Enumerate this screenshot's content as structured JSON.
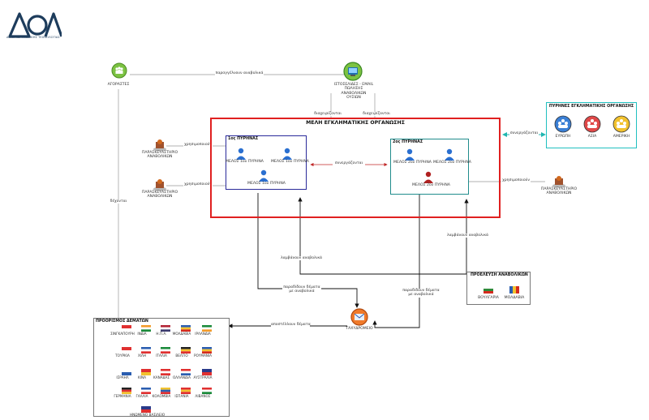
{
  "logo": {
    "brand": "ΔΟΑ",
    "tagline": "ΔΙΑΘΡΗΣ ΨΗΦΙΑΚΗΣ ΤΕΧΝΟΛΟΓΙΑΣ"
  },
  "nodes": {
    "buyers": "ΑΓΟΡΑΣΤΕΣ",
    "websites": [
      "ΙΣΤΟΣΕΛΙΔΕΣ - EMAIL",
      "ΠΩΛΗΣΗΣ",
      "ΑΝΑΒΟΛΙΚΩΝ",
      "ΟΥΣΙΩΝ"
    ],
    "lab_left_1": [
      "ΠΑΡΑΣΚΕΥΑΣΤΗΡΙΟ",
      "ΑΝΑΒΟΛΙΚΩΝ"
    ],
    "lab_left_2": [
      "ΠΑΡΑΣΚΕΥΑΣΤΗΡΙΟ",
      "ΑΝΑΒΟΛΙΚΩΝ"
    ],
    "lab_right": [
      "ΠΑΡΑΣΚΕΥΑΣΤΗΡΙΟ",
      "ΑΝΑΒΟΛΙΚΩΝ"
    ],
    "post_office": "ΤΑΧΥΔΡΟΜΕΙΟ"
  },
  "org": {
    "title": "ΜΕΛΗ ΕΓΚΛΗΜΑΤΙΚΗΣ ΟΡΓΑΝΩΣΗΣ",
    "core1": {
      "title": "1ος ΠΥΡΗΝΑΣ",
      "members": [
        "ΜΕΛΟΣ 1ου ΠΥΡΗΝΑ",
        "ΜΕΛΟΣ 1ου ΠΥΡΗΝΑ",
        "ΜΕΛΟΣ 1ου ΠΥΡΗΝΑ"
      ]
    },
    "core2": {
      "title": "2ος ΠΥΡΗΝΑΣ",
      "members": [
        "ΜΕΛΟΣ 2ου ΠΥΡΗΝΑ",
        "ΜΕΛΟΣ 2ου ΠΥΡΗΝΑ",
        "ΜΕΛΟΣ 2ου ΠΥΡΗΝΑ"
      ]
    }
  },
  "cores_panel": {
    "title": "ΠΥΡΗΝΕΣ ΕΓΚΛΗΜΑΤΙΚΗΣ ΟΡΓΑΝΩΣΗΣ",
    "items": [
      {
        "label": "ΕΥΡΩΠΗ",
        "color": "#3a7fd5"
      },
      {
        "label": "ΑΣΙΑ",
        "color": "#e04848"
      },
      {
        "label": "ΑΜΕΡΙΚΗ",
        "color": "#f2c22e"
      }
    ]
  },
  "origin": {
    "title": "ΠΡΟΕΛΕΥΣΗ ΑΝΑΒΟΛΙΚΩΝ",
    "items": [
      {
        "label": "ΒΟΥΛΓΑΡΙΑ",
        "colors": [
          "#ffffff",
          "#2e8b3a",
          "#d52b1e"
        ]
      },
      {
        "label": "ΜΟΛΔΑΒΙΑ",
        "colors": [
          "#2a5db0",
          "#f2c22e",
          "#d52b1e"
        ]
      }
    ]
  },
  "destinations": {
    "title": "ΠΡΟΟΡΙΣΜΟΣ ΔΕΜΑΤΩΝ",
    "rows": [
      [
        {
          "label": "ΣΙΝΓΚΑΠΟΥΡΗ"
        },
        {
          "label": "ΙΝΔΙΑ"
        },
        {
          "label": "Η.Π.Α."
        },
        {
          "label": "ΜΟΛΔΑΒΙΑ"
        },
        {
          "label": "ΙΡΛΑΝΔΙΑ"
        }
      ],
      [
        {
          "label": "ΤΟΥΡΚΙΑ"
        },
        {
          "label": "ΧΙΛΗ"
        },
        {
          "label": "ΙΤΑΛΙΑ"
        },
        {
          "label": "ΒΕΛΓΙΟ"
        },
        {
          "label": "ΡΟΥΜΑΝΙΑ"
        }
      ],
      [
        {
          "label": "ΙΣΡΑΗΛ"
        },
        {
          "label": "ΚΙΝΑ"
        },
        {
          "label": "ΚΑΝΑΔΑΣ"
        },
        {
          "label": "ΟΛΛΑΝΔΙΑ"
        },
        {
          "label": "ΑΥΣΤΡΑΛΙΑ"
        }
      ],
      [
        {
          "label": "ΓΕΡΜΑΝΙΑ"
        },
        {
          "label": "ΓΑΛΛΙΑ"
        },
        {
          "label": "ΚΟΛΟΜΒΙΑ"
        },
        {
          "label": "ΙΣΠΑΝΙΑ"
        },
        {
          "label": "ΛΙΒΑΝΟΣ"
        }
      ],
      [
        {
          "label": "ΗΝΩΜΕΝΟ ΒΑΣΙΛΕΙΟ"
        }
      ]
    ]
  },
  "edges": {
    "order": "παραγγέλνουν αναβολικά",
    "manage1": "διαχειρίζονται",
    "manage2": "διαχειρίζονται",
    "collab_right": "συνεργάζονται",
    "collab_mid": "συνεργάζονται",
    "cooperate1": "χρησιμοποιούν",
    "cooperate2": "χρησιμοποιούν",
    "cooperate3": "χρησιμοποιούν",
    "receive_left": "λαμβάνουν αναβολικά",
    "receive_right": "λαμβάνουν αναβολικά",
    "deliver_left": [
      "παραδίδουν δέματα",
      "με αναβολικά"
    ],
    "deliver_right": [
      "παραδίδουν δέματα",
      "με αναβολικά"
    ],
    "send": "αποστέλλουν δέματα",
    "receive_buyers": "δέχονται"
  }
}
